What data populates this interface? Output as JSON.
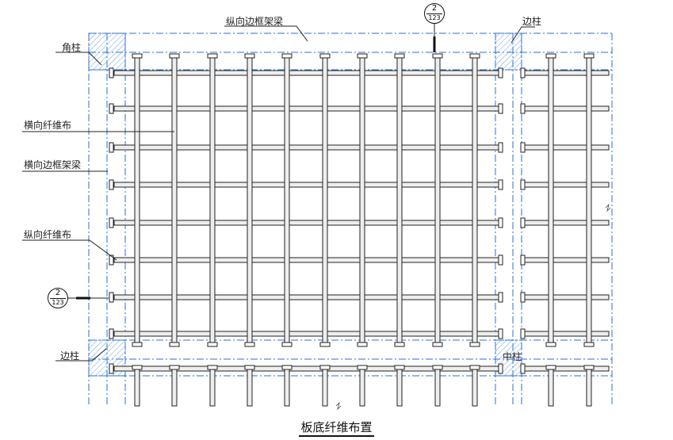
{
  "labels": {
    "longitudinal_beam": "纵向边框架梁",
    "corner_column": "角柱",
    "edge_column_top": "边柱",
    "transverse_fiber": "横向纤维布",
    "transverse_beam": "横向边框架梁",
    "longitudinal_fiber": "纵向纤维布",
    "edge_column_bottom": "边柱",
    "middle_column": "中柱"
  },
  "section_ref_top": {
    "number": "2",
    "sheet": "123"
  },
  "section_ref_left": {
    "number": "2",
    "sheet": "123"
  },
  "title": "板底纤维布置",
  "colors": {
    "dash_line": "#2b6fd6",
    "column_hatch": "#6f9fdc",
    "strip_fill": "#eeeeee",
    "strip_edge": "#222222"
  }
}
